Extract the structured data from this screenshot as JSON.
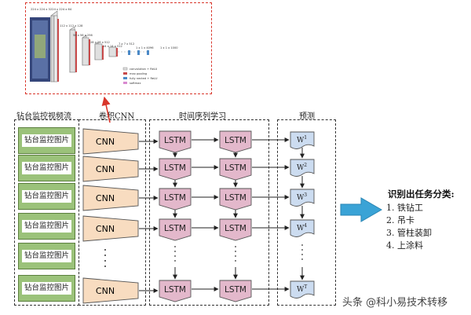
{
  "columns": {
    "video": "钻台监控视频流",
    "cnn": "卷积CNN",
    "sequence": "时间序列学习",
    "predict": "预测"
  },
  "frames": [
    "钻台监控图片",
    "钻台监控图片",
    "钻台监控图片",
    "钻台监控图片",
    "钻台监控图片",
    "钻台监控图片"
  ],
  "cnn_label": "CNN",
  "lstm_label": "LSTM",
  "outputs": [
    {
      "base": "W",
      "sup": "1"
    },
    {
      "base": "W",
      "sup": "2"
    },
    {
      "base": "W",
      "sup": "3"
    },
    {
      "base": "W",
      "sup": "4"
    },
    {
      "base": "W",
      "sup": "T"
    }
  ],
  "vgg_inset": {
    "dims": [
      "224 x 224 x 3",
      "224 x 224 x 64",
      "112 x 112 x 128",
      "56 x 56 x 256",
      "28 x 28 x 512",
      "14 x 14 x 512",
      "7 x 7 x 512",
      "1 x 1 x 4096",
      "1 x 1 x 1000"
    ],
    "legend": [
      "convolution + ReLU",
      "max pooling",
      "fully nected + ReLU",
      "softmax"
    ]
  },
  "result": {
    "title": "识别出任务分类:",
    "items": [
      "1. 铁钻工",
      "2. 吊卡",
      "3. 管柱装卸",
      "4. 上涂料"
    ]
  },
  "watermark": "头条 @科小易技术转移",
  "colors": {
    "frame_bg": "#9bc27a",
    "cnn_fill": "#f8dcc0",
    "lstm_fill": "#e3b8cb",
    "output_fill": "#ccdcf0",
    "big_arrow": "#3aa3d6",
    "inset_border": "#d9362b"
  }
}
